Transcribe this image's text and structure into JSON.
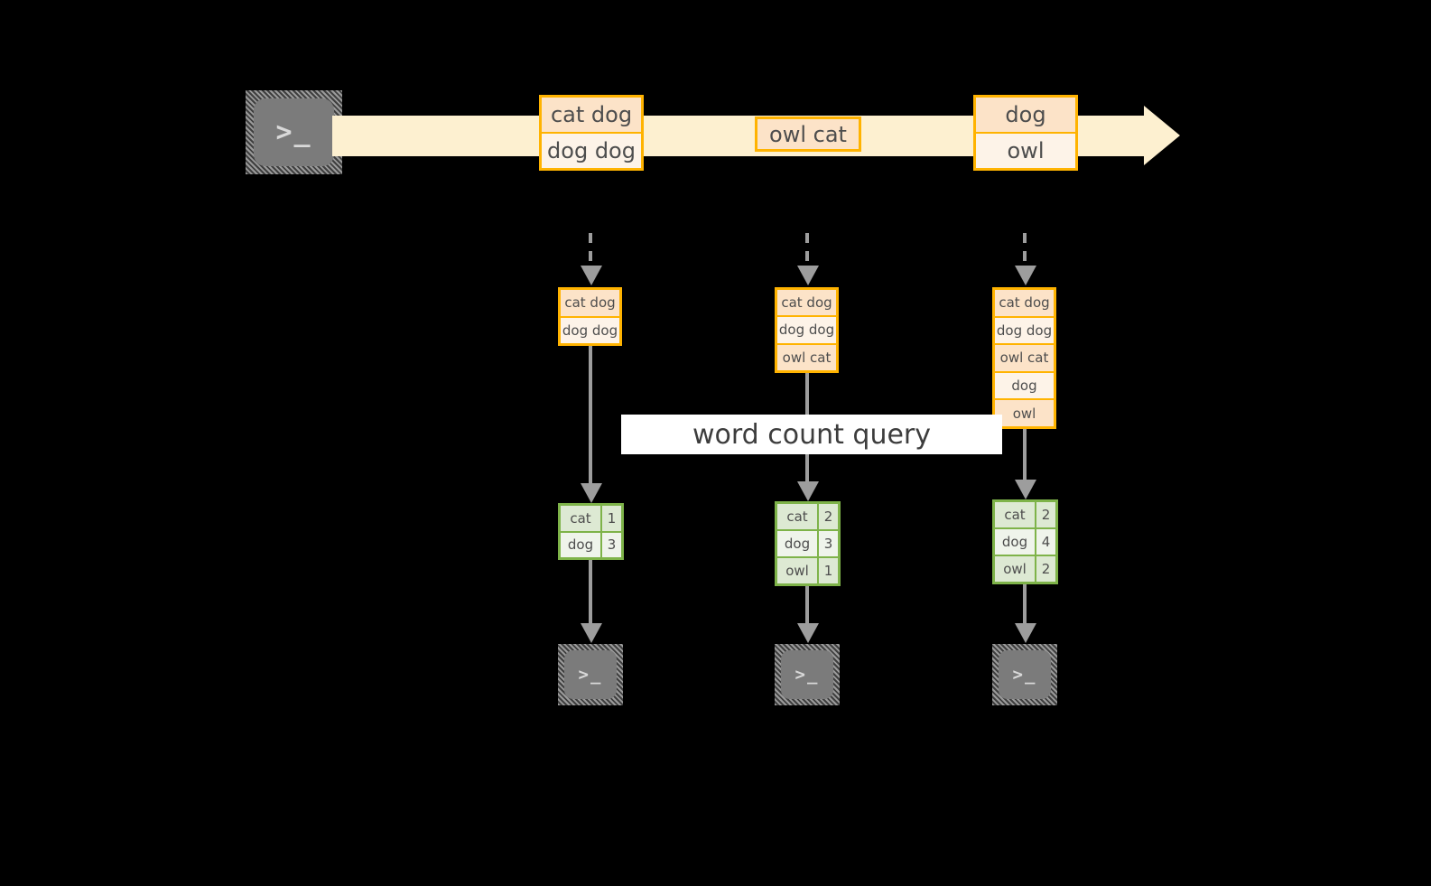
{
  "diagram": {
    "title": "word count query stream processing",
    "colors": {
      "background": "#000000",
      "event_border": "#ffb300",
      "event_fill_dark": "#fce3c8",
      "event_fill_light": "#fdf3e8",
      "stream_arrow": "#fdf0d0",
      "table_border": "#7eb349",
      "table_fill_dark": "#dde9d3",
      "table_fill_light": "#eff4eb",
      "connector": "#9d9d9d",
      "banner_bg": "#ffffff",
      "terminal_body": "#7b7b7b"
    }
  },
  "source": {
    "icon": "terminal-icon",
    "glyph": ">_"
  },
  "stream": {
    "groups": [
      {
        "id": "group-1",
        "events": [
          {
            "text": "cat dog",
            "shade": "dark"
          },
          {
            "text": "dog dog",
            "shade": "light"
          }
        ]
      },
      {
        "id": "group-2",
        "events": [
          {
            "text": "owl cat",
            "shade": "dark"
          }
        ]
      },
      {
        "id": "group-3",
        "events": [
          {
            "text": "dog",
            "shade": "dark"
          },
          {
            "text": "owl",
            "shade": "light"
          }
        ]
      }
    ]
  },
  "banner": {
    "label": "word count query"
  },
  "columns": [
    {
      "id": "column-1",
      "snapshot": {
        "rows": [
          {
            "text": "cat dog",
            "shade": "dark"
          },
          {
            "text": "dog dog",
            "shade": "light"
          }
        ]
      },
      "result": {
        "rows": [
          {
            "word": "cat",
            "count": "1",
            "shade": "dark"
          },
          {
            "word": "dog",
            "count": "3",
            "shade": "light"
          }
        ]
      },
      "sink": {
        "icon": "terminal-icon",
        "glyph": ">_"
      }
    },
    {
      "id": "column-2",
      "snapshot": {
        "rows": [
          {
            "text": "cat dog",
            "shade": "dark"
          },
          {
            "text": "dog dog",
            "shade": "light"
          },
          {
            "text": "owl cat",
            "shade": "dark"
          }
        ]
      },
      "result": {
        "rows": [
          {
            "word": "cat",
            "count": "2",
            "shade": "dark"
          },
          {
            "word": "dog",
            "count": "3",
            "shade": "light"
          },
          {
            "word": "owl",
            "count": "1",
            "shade": "dark"
          }
        ]
      },
      "sink": {
        "icon": "terminal-icon",
        "glyph": ">_"
      }
    },
    {
      "id": "column-3",
      "snapshot": {
        "rows": [
          {
            "text": "cat dog",
            "shade": "dark"
          },
          {
            "text": "dog dog",
            "shade": "light"
          },
          {
            "text": "owl cat",
            "shade": "dark"
          },
          {
            "text": "dog",
            "shade": "light"
          },
          {
            "text": "owl",
            "shade": "dark"
          }
        ]
      },
      "result": {
        "rows": [
          {
            "word": "cat",
            "count": "2",
            "shade": "dark"
          },
          {
            "word": "dog",
            "count": "4",
            "shade": "light"
          },
          {
            "word": "owl",
            "count": "2",
            "shade": "dark"
          }
        ]
      },
      "sink": {
        "icon": "terminal-icon",
        "glyph": ">_"
      }
    }
  ]
}
